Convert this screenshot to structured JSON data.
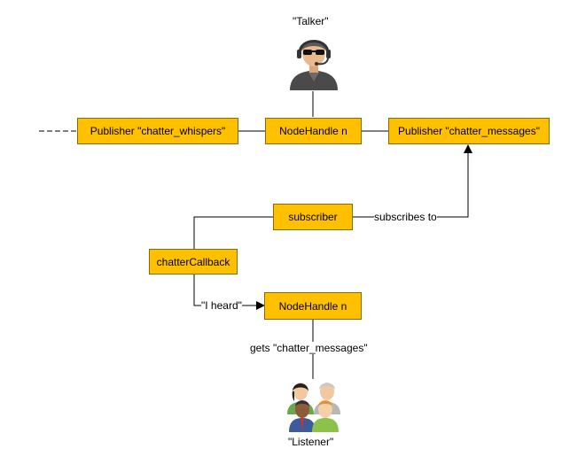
{
  "colors": {
    "node_fill": "#ffc000",
    "node_border": "#8a6a00",
    "line": "#000000"
  },
  "actors": {
    "talker": {
      "label": "\"Talker\"",
      "icon": "headset-user-icon"
    },
    "listener": {
      "label": "\"Listener\"",
      "icon": "user-group-icon"
    }
  },
  "nodes": {
    "pub_whispers": "Publisher \"chatter_whispers\"",
    "talker_handle": "NodeHandle n",
    "pub_messages": "Publisher \"chatter_messages\"",
    "subscriber": "subscriber",
    "callback": "chatterCallback",
    "listener_handle": "NodeHandle n"
  },
  "edge_labels": {
    "subscribes_to": "subscribes to",
    "i_heard": "\"I heard\"",
    "gets": "gets \"chatter_messages\""
  }
}
